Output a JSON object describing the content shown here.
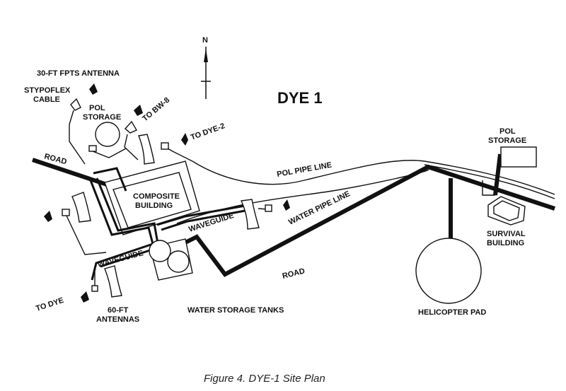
{
  "title": "DYE 1",
  "north": "N",
  "caption": "Figure 4.  DYE-1  Site  Plan",
  "labels": {
    "fpts_antenna": "30-FT FPTS ANTENNA",
    "stypoflex_1": "STYPOFLEX",
    "stypoflex_2": "CABLE",
    "pol_storage_left_1": "POL",
    "pol_storage_left_2": "STORAGE",
    "to_bw8": "TO BW-8",
    "to_dye2": "TO DYE-2",
    "road_left": "ROAD",
    "composite_1": "COMPOSITE",
    "composite_2": "BUILDING",
    "pol_pipe_line": "POL PIPE LINE",
    "water_pipe_line": "WATER PIPE LINE",
    "waveguide_upper": "WAVEGUIDE",
    "waveguide_lower": "WAVEGUIDE",
    "road_lower": "ROAD",
    "pol_storage_right_1": "POL",
    "pol_storage_right_2": "STORAGE",
    "survival_1": "SURVIVAL",
    "survival_2": "BUILDING",
    "helicopter_pad": "HELICOPTER PAD",
    "water_storage_tanks": "WATER STORAGE TANKS",
    "to_dye": "TO DYE",
    "antennas_60ft_1": "60-FT",
    "antennas_60ft_2": "ANTENNAS"
  }
}
